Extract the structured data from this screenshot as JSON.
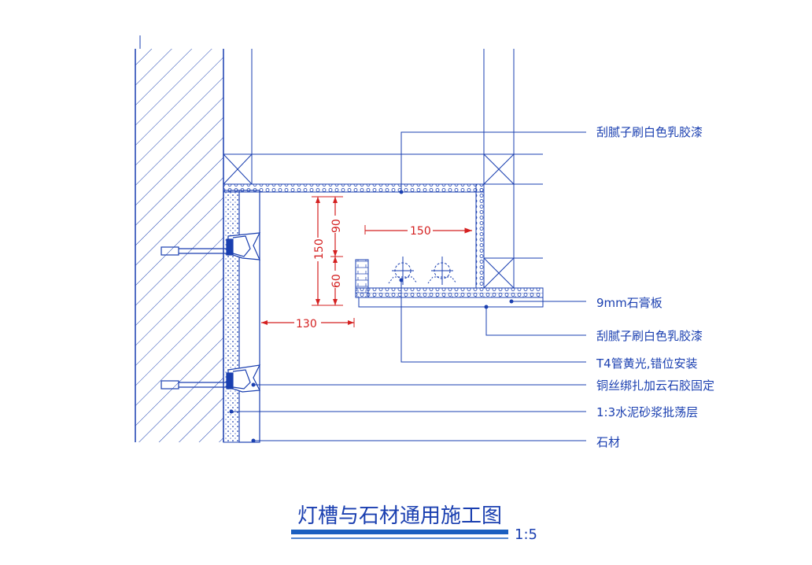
{
  "labels": {
    "paint_top": "刮腻子刷白色乳胶漆",
    "gypsum_board": "9mm石膏板",
    "paint_bottom": "刮腻子刷白色乳胶漆",
    "lamp": "T4管黄光,错位安装",
    "wire_fix": "铜丝绑扎加云石胶固定",
    "mortar": "1:3水泥砂浆批荡层",
    "stone": "石材"
  },
  "dimensions": {
    "d150_horizontal": "150",
    "d130": "130",
    "d150_vertical": "150",
    "d90": "90",
    "d60": "60"
  },
  "title": "灯槽与石材通用施工图",
  "scale": "1:5",
  "colors": {
    "line": "#1a3fb0",
    "dimension": "#d42020",
    "background": "#ffffff"
  }
}
